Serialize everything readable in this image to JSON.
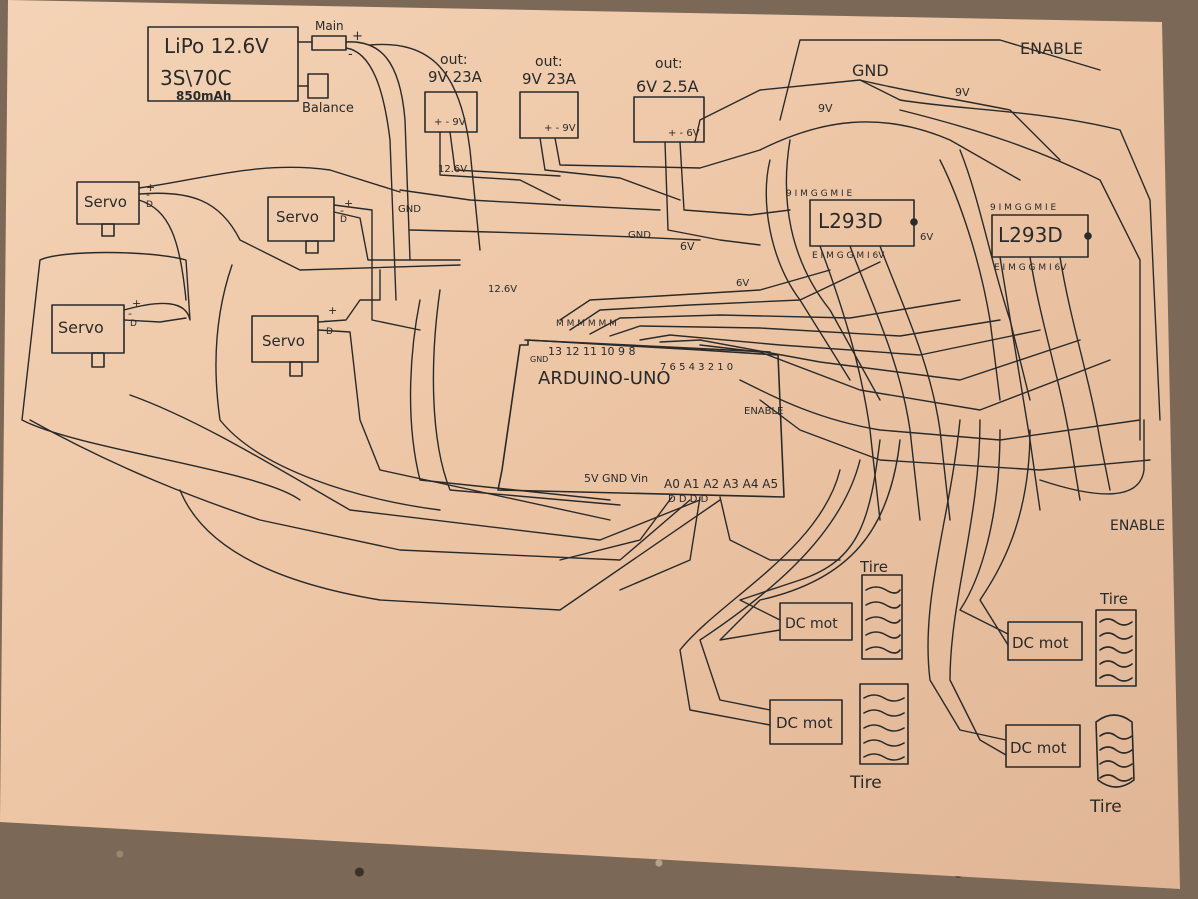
{
  "battery": {
    "name": "LiPo 12.6V",
    "rating": "3S\\70C",
    "capacity": "850mAh",
    "main_label": "Main",
    "plus": "+",
    "minus": "-",
    "balance_label": "Balance"
  },
  "regulators": [
    {
      "out": "out:",
      "spec": "9V 23A",
      "pins": "+ - 9V"
    },
    {
      "out": "out:",
      "spec": "9V 23A",
      "pins": "+ - 9V"
    },
    {
      "out": "out:",
      "spec": "6V 2.5A",
      "pins": "+ - 6V"
    }
  ],
  "servos": [
    "Servo",
    "Servo",
    "Servo",
    "Servo"
  ],
  "servo_pins": {
    "plus": "+",
    "minus": "-",
    "signal": "D"
  },
  "drivers": [
    {
      "name": "L293D",
      "top_pins": "9 I M G G M I E",
      "bottom_pins": "E I M G G M I 6V"
    },
    {
      "name": "L293D",
      "top_pins": "9 I M G G M I E",
      "bottom_pins": "E I M G G M I 6V"
    }
  ],
  "arduino": {
    "name": "ARDUINO-UNO",
    "digital_pins": "13 12 11 10 9 8",
    "digital_pins_low": "7 6 5 4 3 2 1 0",
    "gnd_label": "GND",
    "m_labels": "M M M M M M",
    "power_pins": "5V GND Vin",
    "analog_pins": "A0 A1 A2 A3 A4 A5",
    "analog_d": "D D D D"
  },
  "motors": [
    "DC mot",
    "DC mot",
    "DC mot",
    "DC mot"
  ],
  "tires": [
    "Tire",
    "Tire",
    "Tire",
    "Tire"
  ],
  "labels": {
    "gnd_top": "GND",
    "enable_top": "ENABLE",
    "enable_mid": "ENABLE",
    "enable_right": "ENABLE",
    "nine_v_a": "9V",
    "nine_v_b": "9V",
    "v126_a": "12.6V",
    "v126_b": "12.6V",
    "gnd_a": "GND",
    "gnd_b": "GND",
    "six_v_a": "6V",
    "six_v_b": "6V",
    "six_v_c": "6V"
  },
  "colors": {
    "paper": "#eec9ab",
    "ink": "#2a2a2a"
  }
}
